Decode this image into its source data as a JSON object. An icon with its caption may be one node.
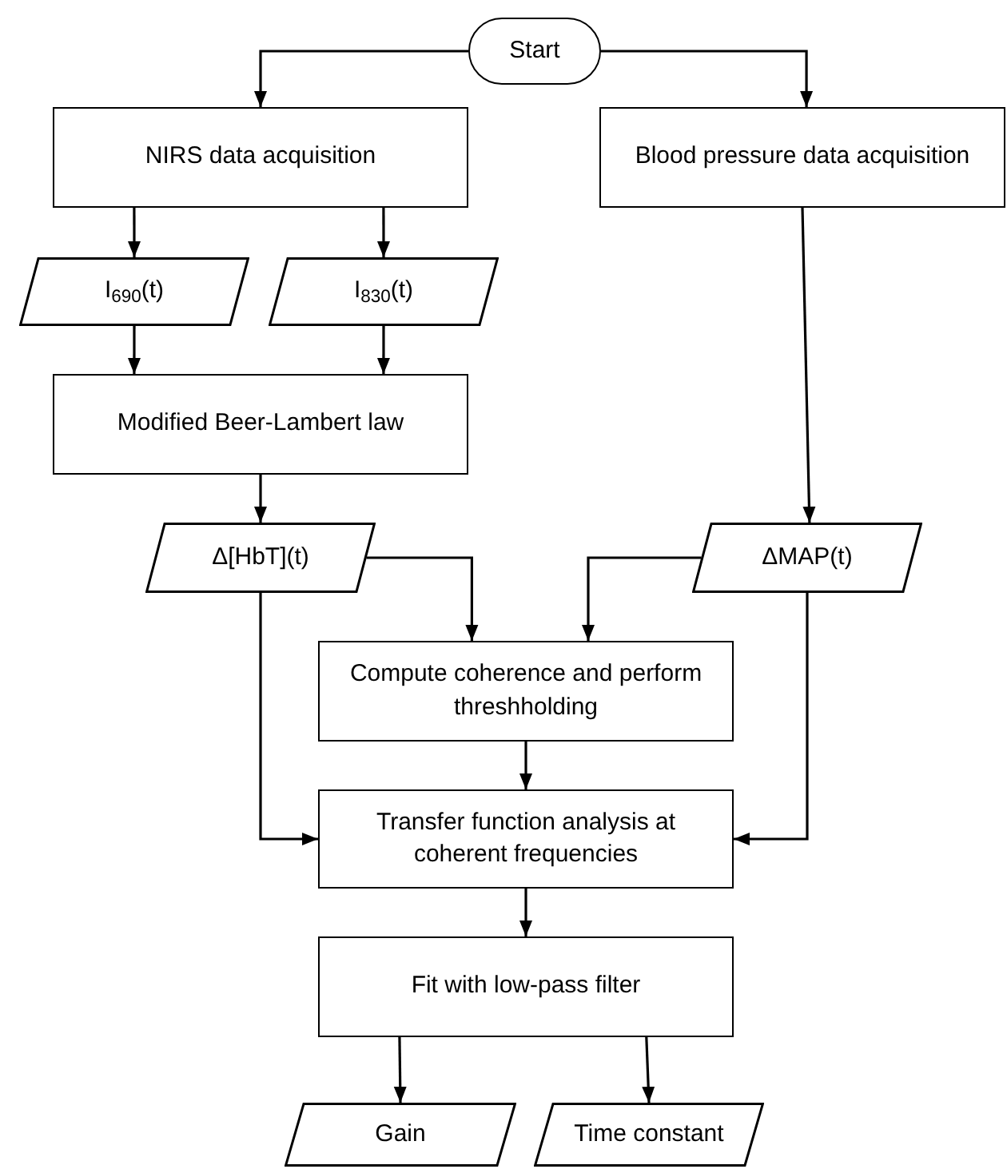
{
  "diagram": {
    "nodes": [
      {
        "text": [
          "Start"
        ]
      },
      {
        "text": [
          "NIRS data acquisition"
        ]
      },
      {
        "text": [
          "Blood  pressure data acquisition"
        ]
      },
      {
        "text": [
          "I$_{690}$(t)"
        ]
      },
      {
        "text": [
          "I$_{830}$(t)"
        ]
      },
      {
        "text": [
          "Modified Beer-Lambert law"
        ]
      },
      {
        "text": [
          "Δ[HbT](t)"
        ]
      },
      {
        "text": [
          "ΔMAP(t)"
        ]
      },
      {
        "text": [
          "Compute coherence and perform threshholding"
        ]
      },
      {
        "text": [
          "Transfer function analysis at coherent frequencies"
        ]
      },
      {
        "text": [
          "Fit with low-pass filter"
        ]
      },
      {
        "text": [
          "Gain"
        ]
      },
      {
        "text": [
          "Time constant"
        ]
      }
    ],
    "edges": [
      {
        "from": 0,
        "to": 1,
        "arrow": "to"
      },
      {
        "from": 0,
        "to": 2,
        "arrow": "to"
      },
      {
        "from": 1,
        "to": 3,
        "arrow": "to"
      },
      {
        "from": 1,
        "to": 4,
        "arrow": "to"
      },
      {
        "from": 3,
        "to": 5,
        "arrow": "to"
      },
      {
        "from": 4,
        "to": 5,
        "arrow": "to"
      },
      {
        "from": 5,
        "to": 6,
        "arrow": "to"
      },
      {
        "from": 2,
        "to": 7,
        "arrow": "to"
      },
      {
        "from": 6,
        "to": 8,
        "arrow": "to"
      },
      {
        "from": 7,
        "to": 8,
        "arrow": "to"
      },
      {
        "from": 6,
        "to": 9,
        "arrow": "to"
      },
      {
        "from": 7,
        "to": 9,
        "arrow": "to"
      },
      {
        "from": 8,
        "to": 9,
        "arrow": "to"
      },
      {
        "from": 9,
        "to": 10,
        "arrow": "to"
      },
      {
        "from": 10,
        "to": 11,
        "arrow": "to"
      },
      {
        "from": 10,
        "to": 12,
        "arrow": "to"
      }
    ]
  }
}
